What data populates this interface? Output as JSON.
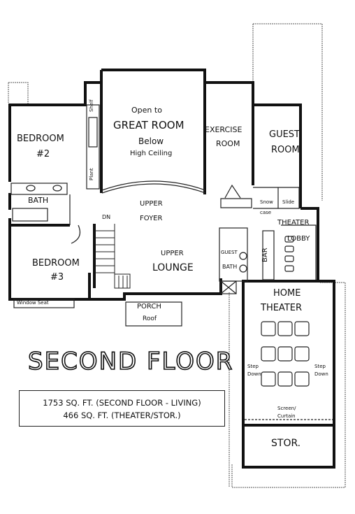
{
  "title": "SECOND FLOOR",
  "stats": {
    "line1": "1753 SQ. FT. (SECOND FLOOR - LIVING)",
    "line2": "466 SQ. FT. (THEATER/STOR.)"
  },
  "rooms": {
    "great_room": {
      "line1": "Open to",
      "line2": "GREAT ROOM",
      "line3": "Below",
      "line4": "High Ceiling"
    },
    "exercise": {
      "line1": "EXERCISE",
      "line2": "ROOM"
    },
    "guest_room": {
      "line1": "GUEST",
      "line2": "ROOM"
    },
    "bedroom2": {
      "line1": "BEDROOM",
      "line2": "#2"
    },
    "bath": "BATH",
    "upper_foyer": {
      "line1": "UPPER",
      "line2": "FOYER"
    },
    "upper_lounge": {
      "line1": "UPPER",
      "line2": "LOUNGE"
    },
    "bedroom3": {
      "line1": "BEDROOM",
      "line2": "#3"
    },
    "window_seat": "Window Seat",
    "porch": {
      "line1": "PORCH",
      "line2": "Roof"
    },
    "dn": "DN",
    "shelf": "Shelf",
    "plant": "Plant",
    "snow": "Snow",
    "slide": "Slide",
    "case": "case",
    "theater_lobby": {
      "line1": "THEATER",
      "line2": "LOBBY"
    },
    "bar": "BAR",
    "guest_bath": {
      "line1": "GUEST",
      "line2": "BATH"
    },
    "home_theater": {
      "line1": "HOME",
      "line2": "THEATER"
    },
    "step_down": "Step",
    "down": "Down",
    "screen": {
      "line1": "Screen/",
      "line2": "Curtain"
    },
    "stor": "STOR."
  }
}
